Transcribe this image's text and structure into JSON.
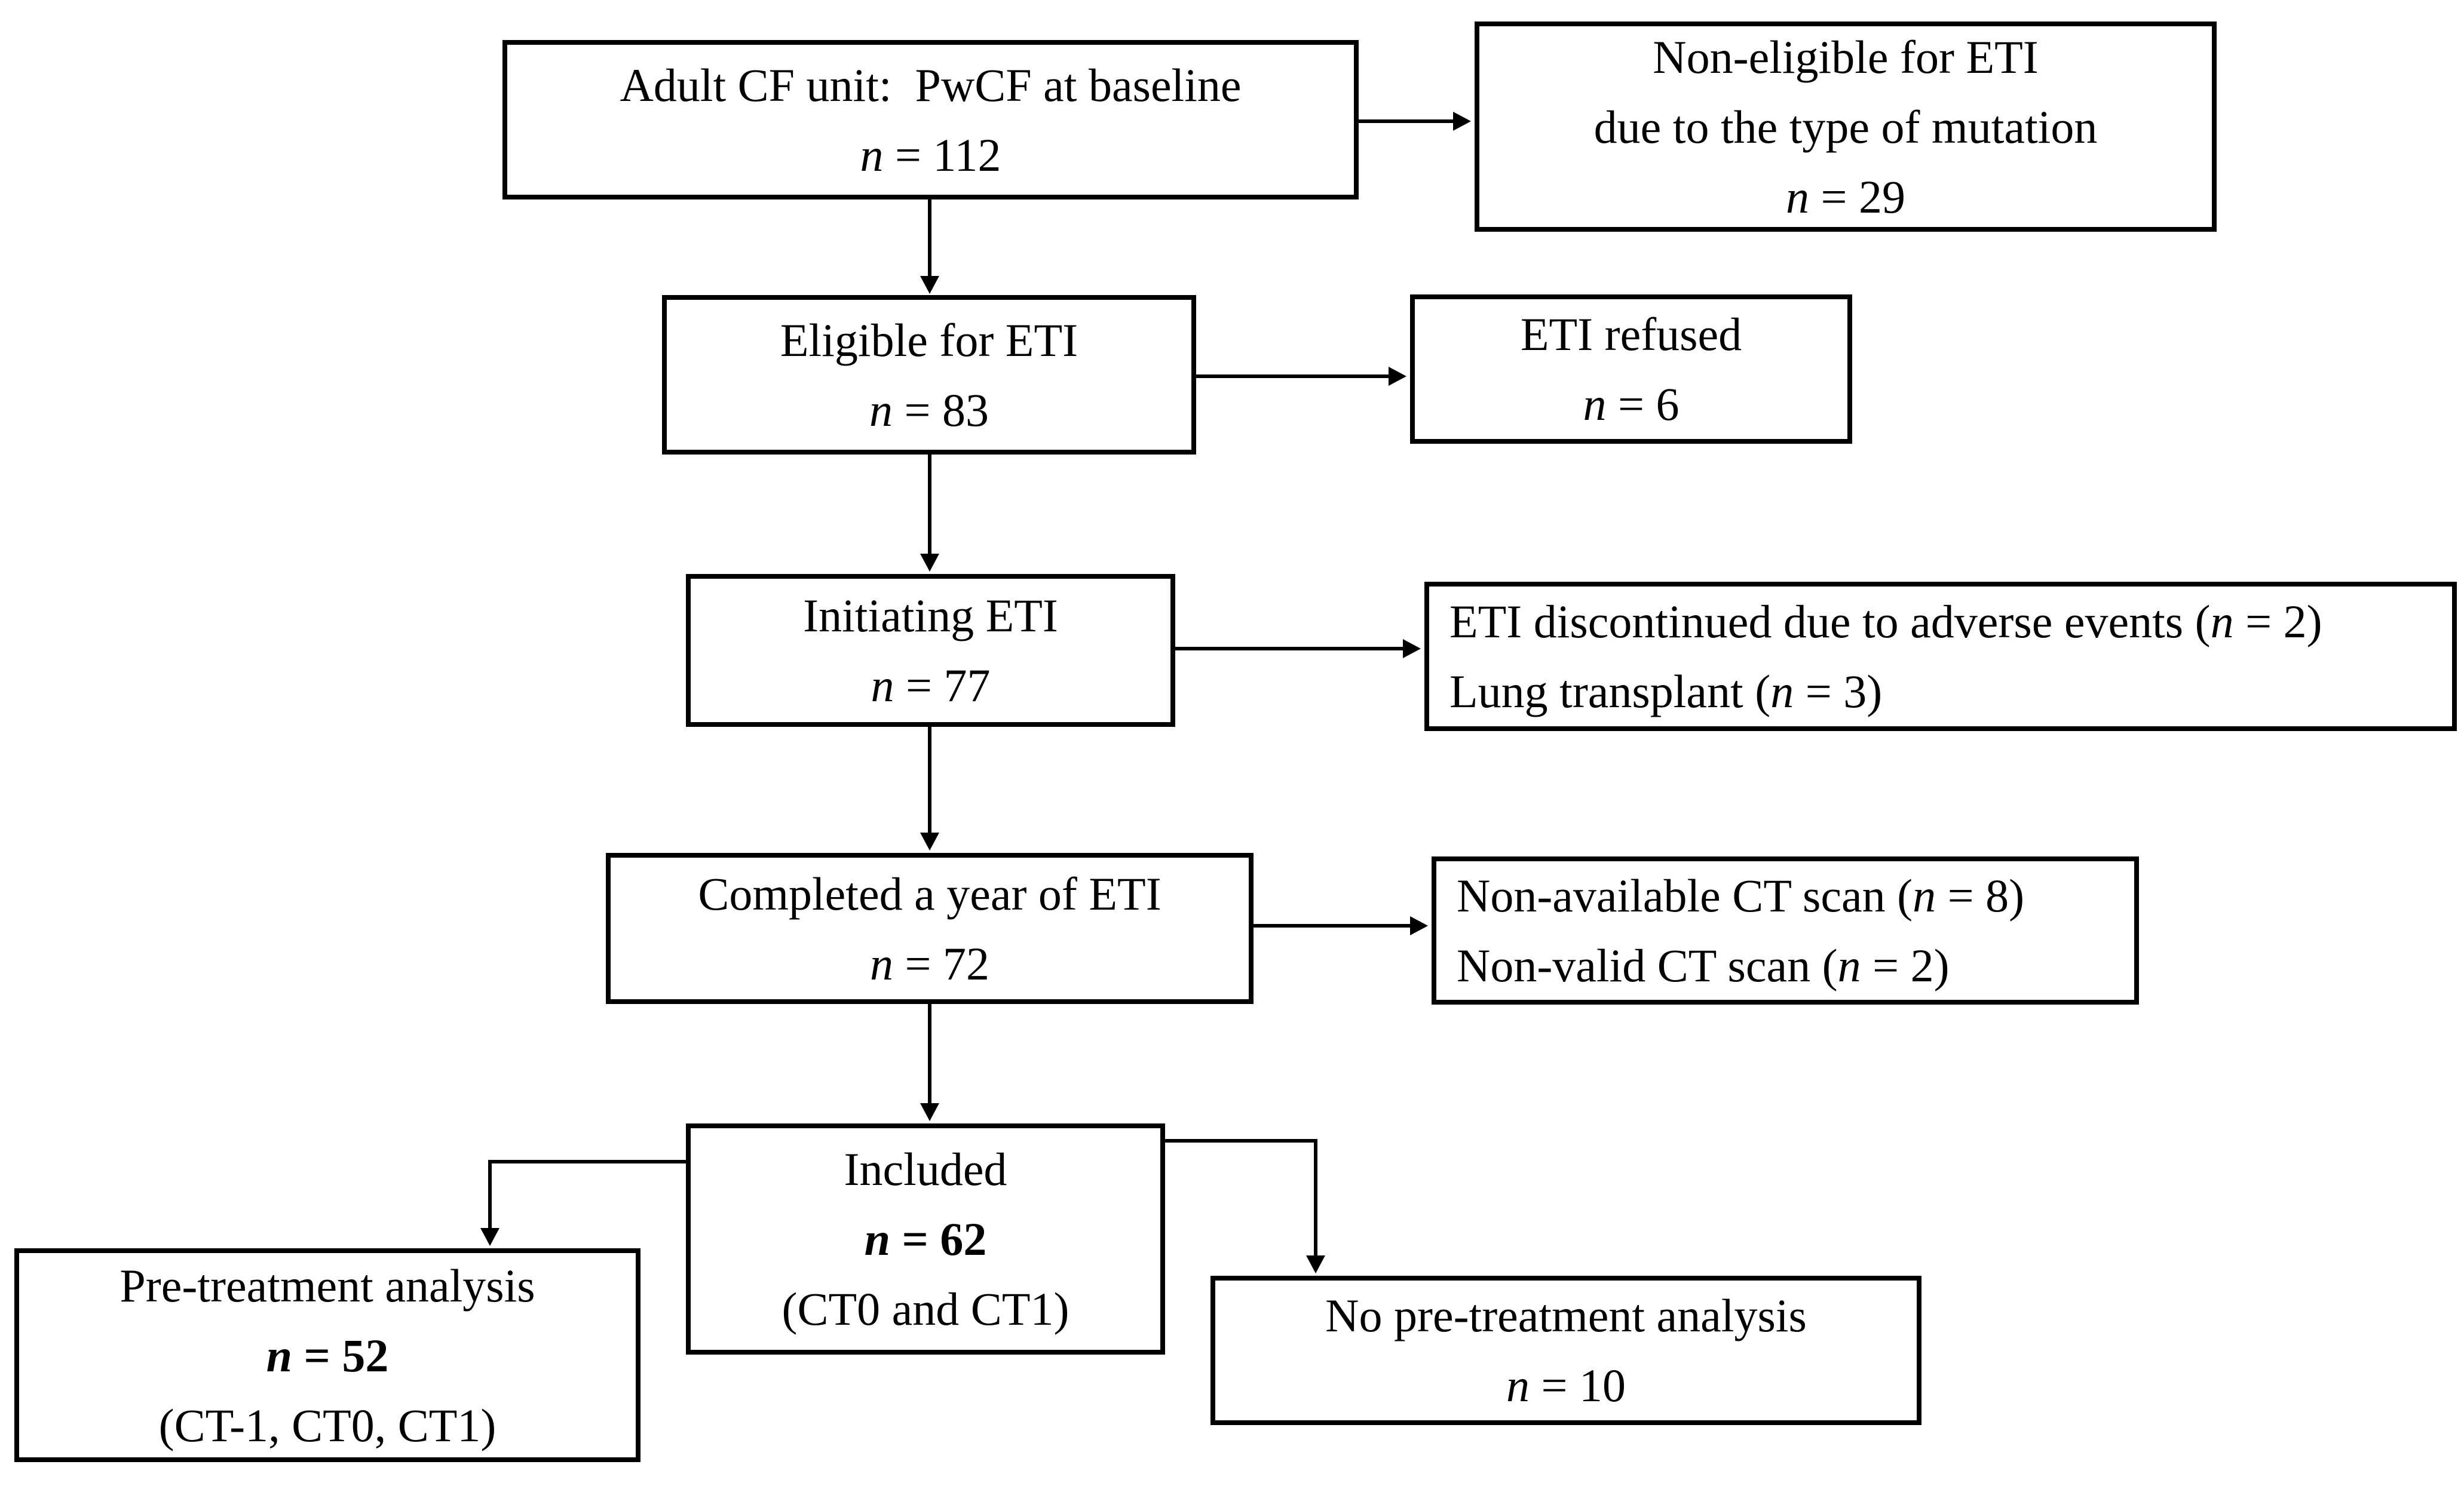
{
  "figure": {
    "background_color": "#ffffff",
    "line_color": "#000000",
    "boxes": {
      "baseline": {
        "title": "Adult CF unit:  PwCF at baseline",
        "n": "n",
        "value": " = 112"
      },
      "non_eligible": {
        "line1": "Non-eligible for ETI",
        "line2": "due to the type of mutation",
        "n": "n",
        "value": " = 29"
      },
      "eligible": {
        "title": "Eligible for ETI",
        "n": "n",
        "value": " = 83"
      },
      "refused": {
        "title": "ETI refused",
        "n": "n",
        "value": " = 6"
      },
      "initiating": {
        "title": "Initiating ETI",
        "n": "n",
        "value": " = 77"
      },
      "discontinued": {
        "line1_pre": "ETI discontinued due to adverse events (",
        "line1_n": "n",
        "line1_post": " = 2)",
        "line2_pre": "Lung transplant (",
        "line2_n": "n",
        "line2_post": " = 3)"
      },
      "completed": {
        "title": "Completed a year of ETI",
        "n": "n",
        "value": " = 72"
      },
      "ct_issues": {
        "line1_pre": "Non-available CT scan (",
        "line1_n": "n",
        "line1_post": " = 8)",
        "line2_pre": "Non-valid CT scan (",
        "line2_n": "n",
        "line2_post": " = 2)"
      },
      "included": {
        "title": "Included",
        "n": "n",
        "value": " = 62",
        "subtitle": "(CT0 and CT1)"
      },
      "pretreatment": {
        "title": "Pre-treatment analysis",
        "n": "n",
        "value": " = 52",
        "subtitle": "(CT-1, CT0, CT1)"
      },
      "no_pretreatment": {
        "title": "No pre-treatment analysis",
        "n": "n",
        "value": " = 10"
      }
    }
  }
}
